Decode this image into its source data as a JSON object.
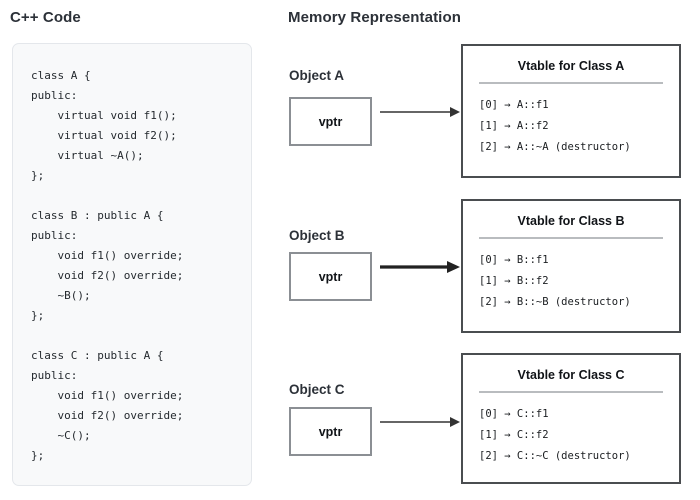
{
  "panels": {
    "code_title": "C++ Code",
    "memory_title": "Memory Representation"
  },
  "code": {
    "language": "cpp",
    "text": "class A {\npublic:\n    virtual void f1();\n    virtual void f2();\n    virtual ~A();\n};\n\nclass B : public A {\npublic:\n    void f1() override;\n    void f2() override;\n    ~B();\n};\n\nclass C : public A {\npublic:\n    void f1() override;\n    void f2() override;\n    ~C();\n};"
  },
  "objects": [
    {
      "label": "Object A",
      "vptr_label": "vptr",
      "arrow": "arrow-right-thin",
      "vtable": {
        "title": "Vtable for Class A",
        "entries": "[0] → A::f1\n[1] → A::f2\n[2] → A::~A (destructor)"
      }
    },
    {
      "label": "Object B",
      "vptr_label": "vptr",
      "arrow": "arrow-right-thick",
      "vtable": {
        "title": "Vtable for Class B",
        "entries": "[0] → B::f1\n[1] → B::f2\n[2] → B::~B (destructor)"
      }
    },
    {
      "label": "Object C",
      "vptr_label": "vptr",
      "arrow": "arrow-right-thin",
      "vtable": {
        "title": "Vtable for Class C",
        "entries": "[0] → C::f1\n[1] → C::f2\n[2] → C::~C (destructor)"
      }
    }
  ],
  "colors": {
    "background": "#ffffff",
    "code_panel_bg": "#f8f9fa",
    "code_panel_border": "#e4e7eb",
    "vptr_border": "#8b8f94",
    "vtable_border": "#4a4d50",
    "divider": "#b9bcbf",
    "text": "#212529",
    "arrow": "#333333"
  }
}
